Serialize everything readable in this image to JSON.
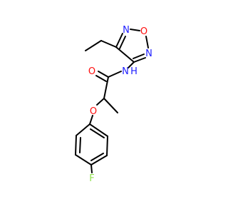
{
  "colors": {
    "bond": "#000000",
    "carbon": "#000000",
    "nitrogen": "#1e1eff",
    "oxygen": "#ff0d0d",
    "fluorine": "#90e050"
  },
  "atoms": {
    "ring_n_top": "N",
    "ring_o": "O",
    "ring_n_right": "N",
    "amide_n": "N",
    "amide_h": "H",
    "carbonyl_o": "O",
    "ether_o": "O",
    "fluorine": "F"
  }
}
